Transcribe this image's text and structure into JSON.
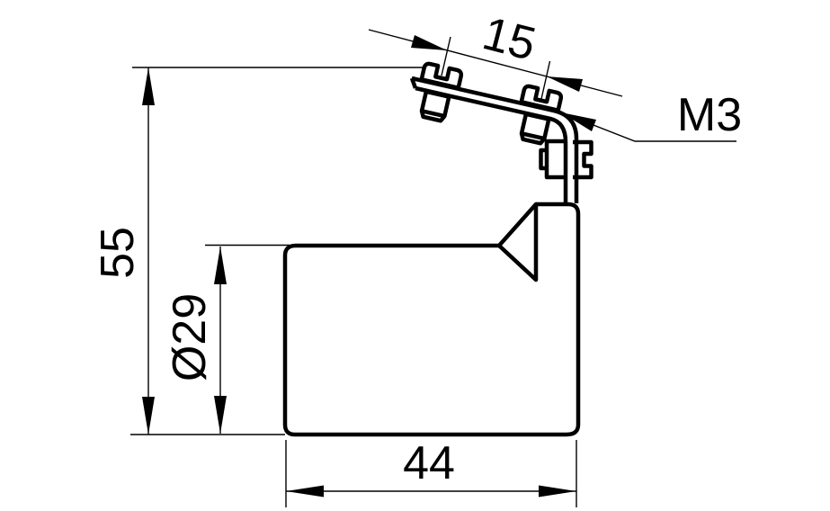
{
  "drawing": {
    "type": "technical-dimension-drawing",
    "subject": "sensor body with angled mounting bracket, two slotted screws and M3 clamp screw with nut",
    "background_color": "#ffffff",
    "line_color": "#000000",
    "labels": {
      "screw_spacing": "15",
      "thread_size": "M3",
      "overall_height": "55",
      "body_diameter": "Ø29",
      "body_width": "44"
    }
  }
}
